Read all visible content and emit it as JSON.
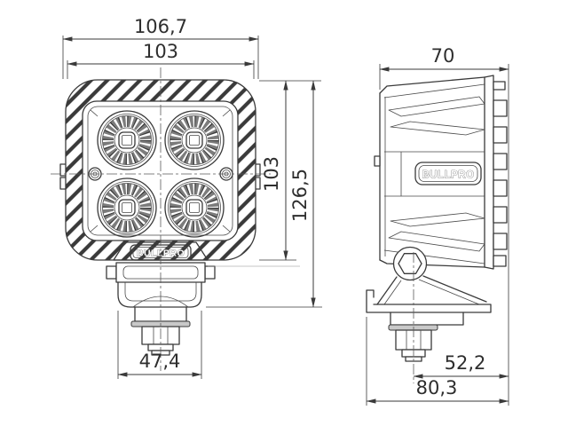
{
  "front_view": {
    "dim_width_outer": "106,7",
    "dim_width_body": "103",
    "dim_height_body": "103",
    "dim_height_total": "126,5",
    "dim_bracket_width": "47,4",
    "logo": "BULLPRO"
  },
  "side_view": {
    "dim_depth_body": "70",
    "dim_bolt_to_rear": "52,2",
    "dim_depth_total": "80,3",
    "logo": "BULLPRO"
  },
  "colors": {
    "line": "#3a3a3a",
    "text": "#2e2e2e",
    "background": "#ffffff",
    "washer_fill": "#c9c9c9"
  }
}
